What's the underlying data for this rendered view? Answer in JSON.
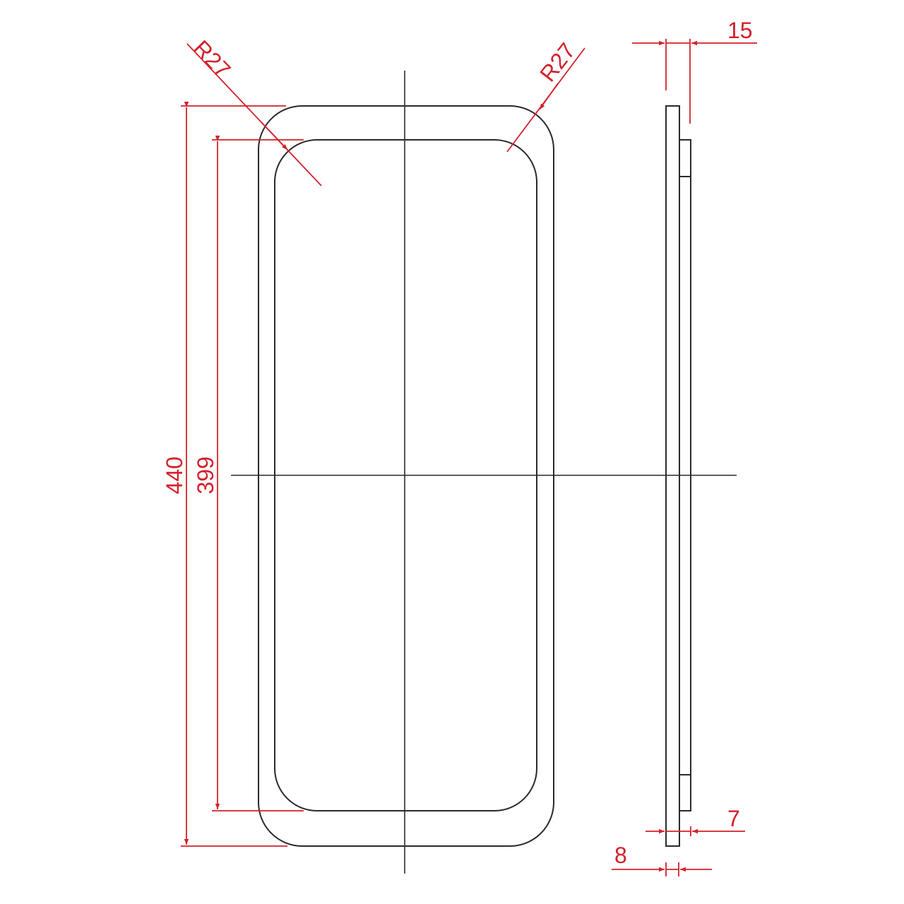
{
  "drawing": {
    "dimensions": {
      "outer_height": "440",
      "inner_height": "399",
      "radius_left": "R27",
      "radius_right": "R27",
      "total_thickness": "15",
      "step_thickness": "7",
      "plate_thickness": "8"
    },
    "colors": {
      "object_line": "#2a2a2a",
      "dimension_line": "#d3212c"
    }
  }
}
